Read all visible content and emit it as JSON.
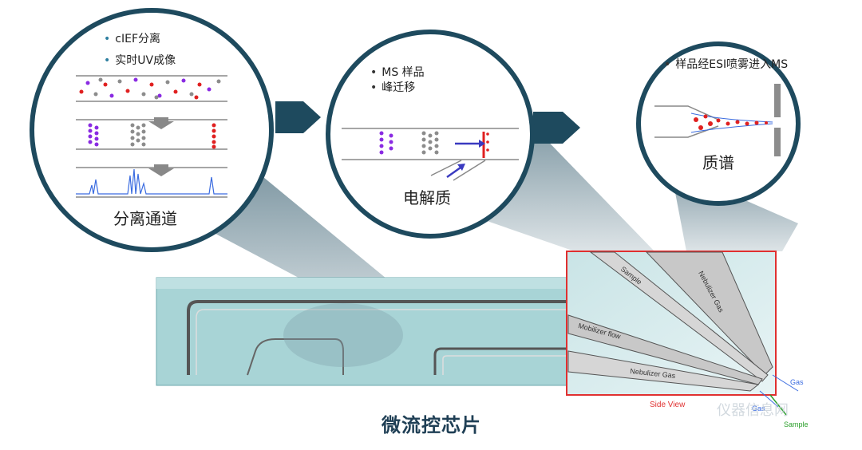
{
  "circle1": {
    "bullets": [
      "cIEF分离",
      "实时UV成像"
    ],
    "label": "分离通道"
  },
  "circle2": {
    "bullets": [
      "MS 样品",
      "峰迁移"
    ],
    "label": "电解质"
  },
  "circle3": {
    "bullets": [
      "样品经ESI喷雾进入MS"
    ],
    "label": "质谱"
  },
  "chip_title": "微流控芯片",
  "side_view": {
    "caption": "Side View",
    "channels": [
      "Sample",
      "Nebulizer Gas",
      "Mobilizer flow",
      "Nebulizer Gas"
    ],
    "outlets": [
      "Gas",
      "Gas",
      "Sample"
    ]
  },
  "watermark": "仪器信息网",
  "colors": {
    "circle_ring": "#1e4a5e",
    "chip_fill": "#a8d4d6",
    "purple_marker": "#8a2be2",
    "red_marker": "#e02020",
    "gray_marker": "#8c8c8c",
    "side_view_border": "#e03030",
    "arrow": "#3a3ac0"
  }
}
